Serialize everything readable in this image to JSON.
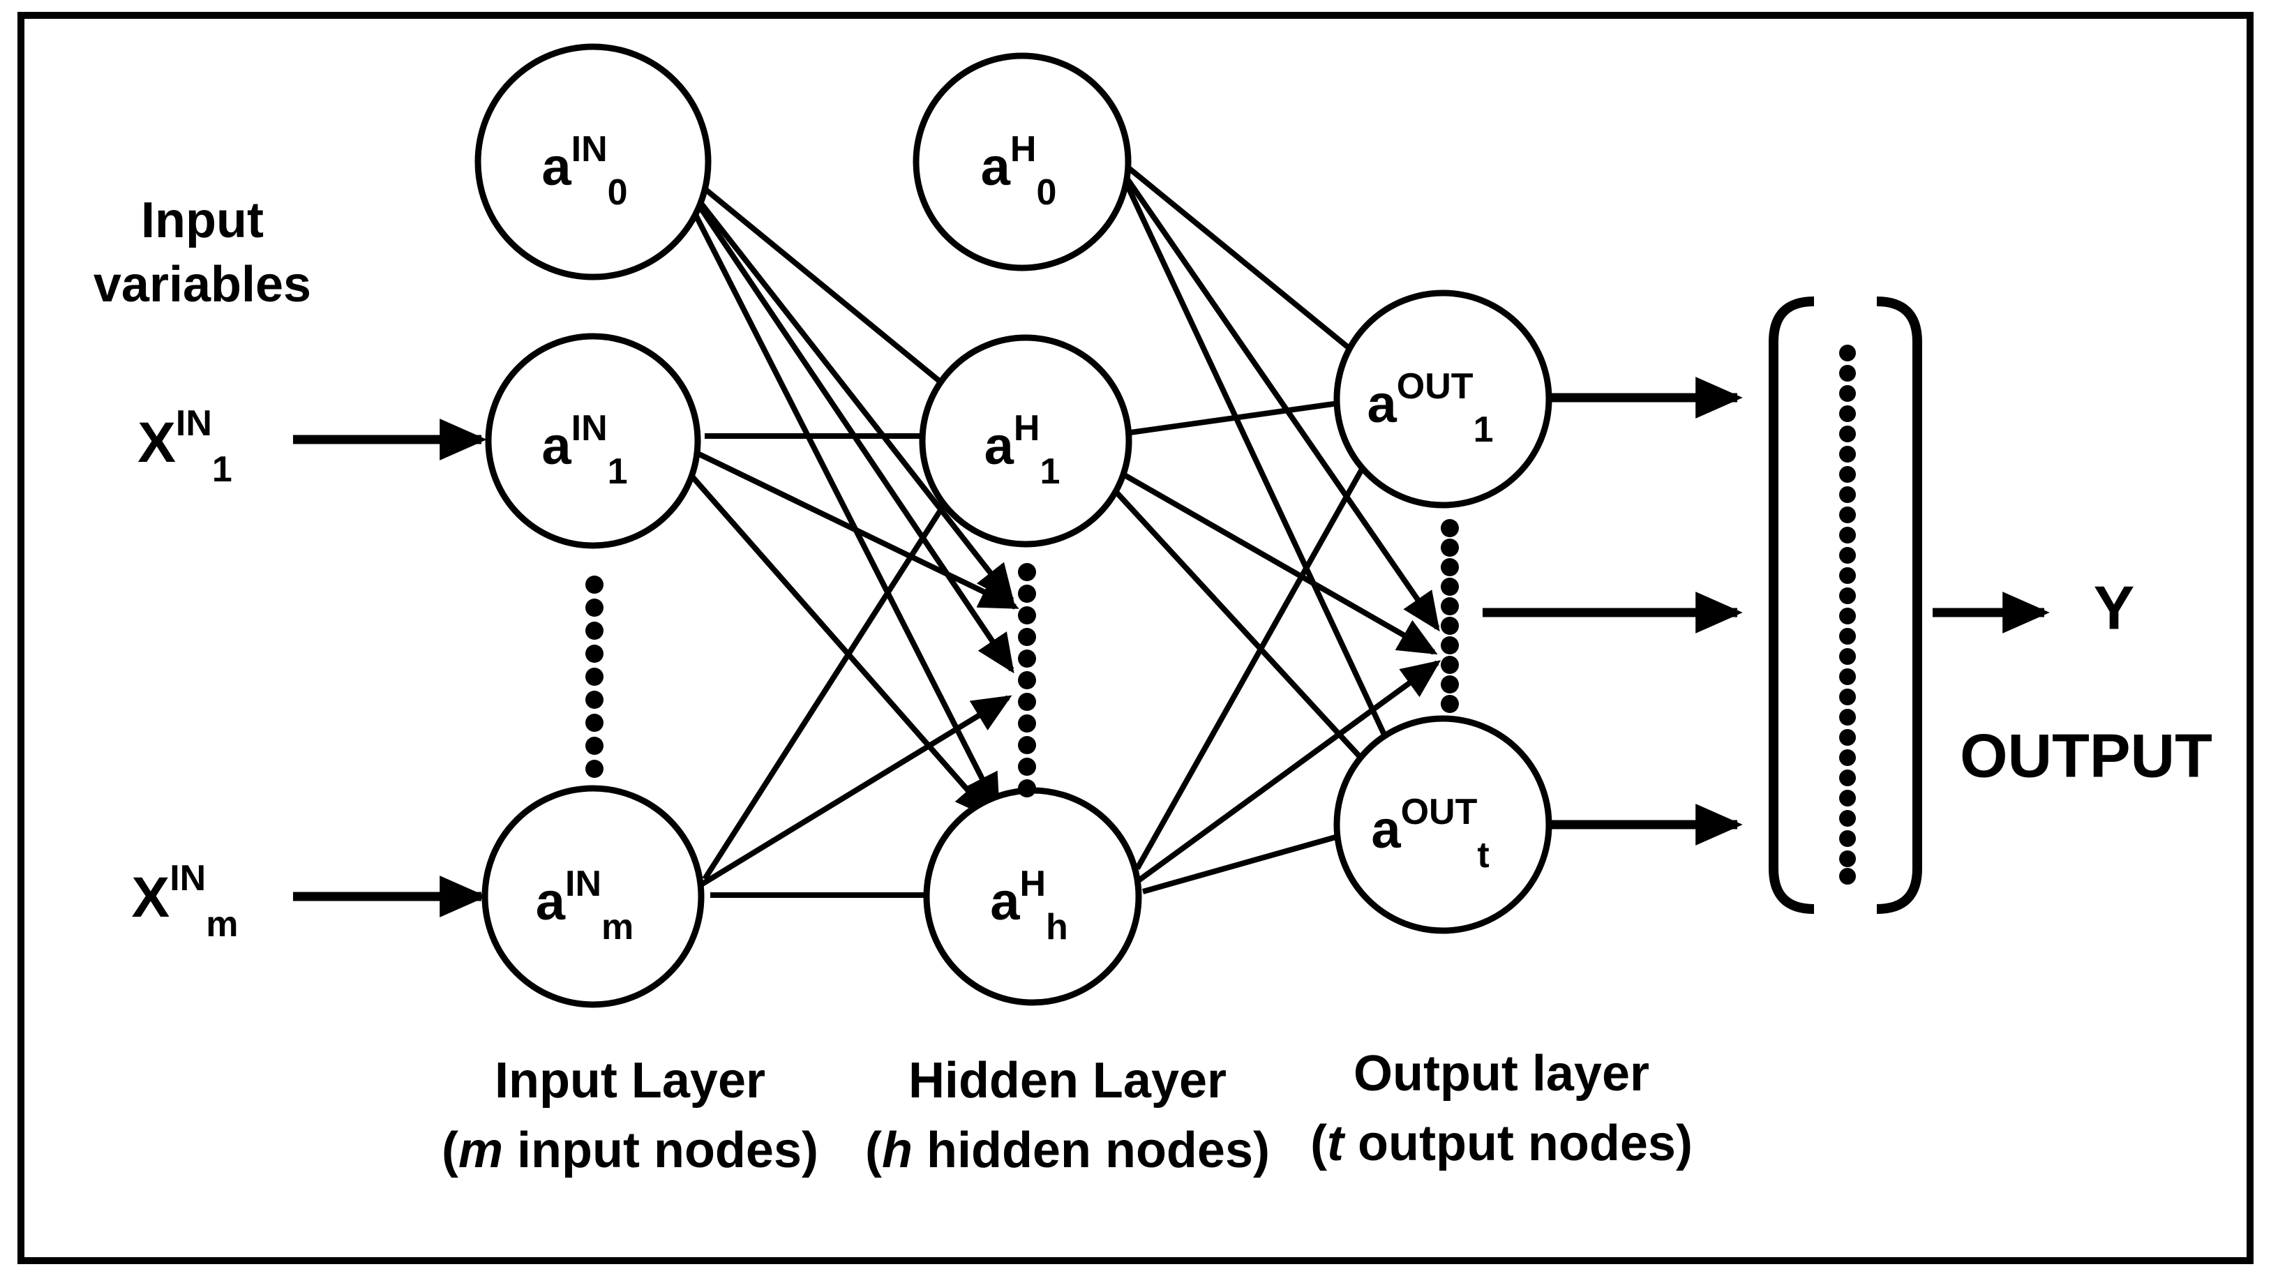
{
  "figure": {
    "title": "Artificial neural network architecture diagram",
    "background_color": "#ffffff",
    "stroke_color": "#000000",
    "border": true
  },
  "labels": {
    "input_variables_line1": "Input",
    "input_variables_line2": "variables",
    "output_symbol": "Y",
    "output_word": "OUTPUT"
  },
  "input_variables": [
    {
      "base": "X",
      "sup": "IN",
      "sub": "1"
    },
    {
      "base": "X",
      "sup": "IN",
      "sub": "m"
    }
  ],
  "layers": [
    {
      "id": "input",
      "caption_line1": "Input Layer",
      "caption_prefix": "(",
      "caption_italic": "m",
      "caption_suffix": " input nodes)",
      "nodes": [
        {
          "base": "a",
          "sup": "IN",
          "sub": "0"
        },
        {
          "base": "a",
          "sup": "IN",
          "sub": "1"
        },
        {
          "base": "a",
          "sup": "IN",
          "sub": "m"
        }
      ]
    },
    {
      "id": "hidden",
      "caption_line1": "Hidden Layer",
      "caption_prefix": "(",
      "caption_italic": "h",
      "caption_suffix": " hidden nodes)",
      "nodes": [
        {
          "base": "a",
          "sup": "H",
          "sub": "0"
        },
        {
          "base": "a",
          "sup": "H",
          "sub": "1"
        },
        {
          "base": "a",
          "sup": "H",
          "sub": "h"
        }
      ]
    },
    {
      "id": "output",
      "caption_line1": "Output layer",
      "caption_prefix": "(",
      "caption_italic": "t",
      "caption_suffix": " output nodes)",
      "nodes": [
        {
          "base": "a",
          "sup": "OUT",
          "sub": "1"
        },
        {
          "base": "a",
          "sup": "OUT",
          "sub": "t"
        }
      ]
    }
  ],
  "ellipsis_columns": [
    {
      "id": "input-layer-ellipsis",
      "dots": 9
    },
    {
      "id": "hidden-layer-ellipsis",
      "dots": 11
    },
    {
      "id": "output-layer-ellipsis",
      "dots": 10
    },
    {
      "id": "output-vector-ellipsis",
      "dots": 28
    }
  ]
}
